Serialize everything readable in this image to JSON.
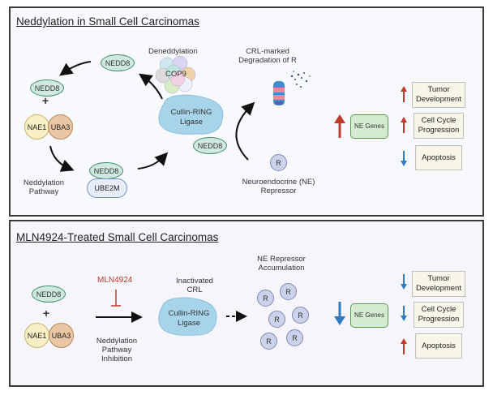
{
  "panel_top": {
    "title": "Neddylation in Small Cell Carcinomas",
    "nedd8_labels": [
      "NEDD8",
      "NEDD8",
      "NEDD8",
      "NEDD8"
    ],
    "plus": "+",
    "nae1": "NAE1",
    "uba3": "UBA3",
    "ube2m": "UBE2M",
    "pathway_label": "Neddylation Pathway",
    "deneddylation_label": "Deneddylation",
    "cop9": "COP9",
    "crl_label": "Cullin-RING Ligase",
    "degradation_label": "CRL-marked Degradation of R",
    "repressor_symbol": "R",
    "repressor_label": "Neuroendocrine (NE) Repressor",
    "ne_genes": "NE Genes",
    "ne_genes_direction": "up",
    "outcomes": [
      {
        "label": "Tumor Development",
        "direction": "up"
      },
      {
        "label": "Cell Cycle Progression",
        "direction": "up"
      },
      {
        "label": "Apoptosis",
        "direction": "down"
      }
    ]
  },
  "panel_bottom": {
    "title": "MLN4924-Treated Small Cell Carcinomas",
    "nedd8": "NEDD8",
    "plus": "+",
    "nae1": "NAE1",
    "uba3": "UBA3",
    "drug": "MLN4924",
    "inhibition_label": "Neddylation Pathway Inhibition",
    "inactivated_label": "Inactivated CRL",
    "crl_label": "Cullin-RING Ligase",
    "accumulation_label": "NE Repressor Accumulation",
    "repressor_symbol": "R",
    "repressor_count": 6,
    "ne_genes": "NE Genes",
    "ne_genes_direction": "down",
    "outcomes": [
      {
        "label": "Tumor Development",
        "direction": "down"
      },
      {
        "label": "Cell Cycle Progression",
        "direction": "down"
      },
      {
        "label": "Apoptosis",
        "direction": "up"
      }
    ]
  },
  "colors": {
    "up_arrow": "#c0392b",
    "down_arrow": "#2e7bbf",
    "drug": "#c0392b",
    "crl_fill": "#a8d4ea"
  }
}
